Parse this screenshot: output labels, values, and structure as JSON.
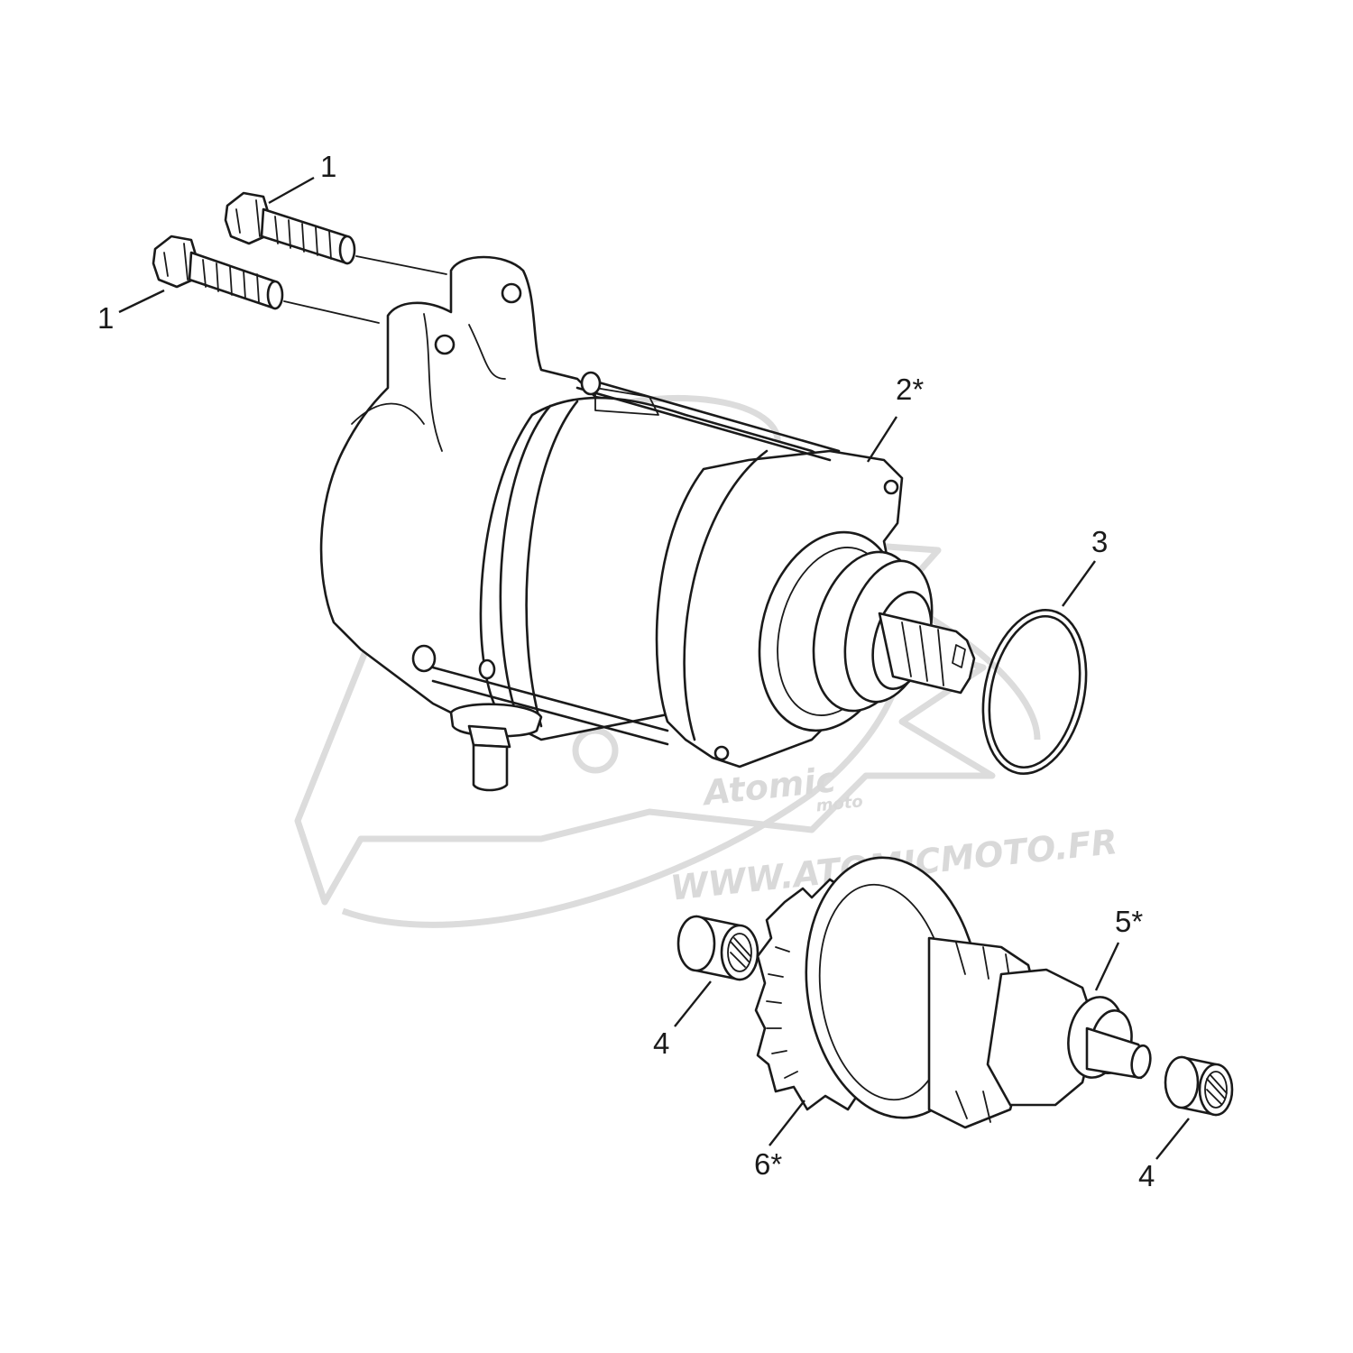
{
  "callouts": [
    {
      "id": "bolt-upper",
      "label": "1"
    },
    {
      "id": "bolt-lower",
      "label": "1"
    },
    {
      "id": "starter-motor",
      "label": "2*"
    },
    {
      "id": "o-ring",
      "label": "3"
    },
    {
      "id": "bearing-left",
      "label": "4"
    },
    {
      "id": "clutch-assembly",
      "label": "5*"
    },
    {
      "id": "bearing-right",
      "label": "4"
    },
    {
      "id": "starter-gear",
      "label": "6*"
    }
  ],
  "watermark": {
    "brand": "Atomic",
    "sub": "moto",
    "url": "WWW.ATOMICMOTO.FR"
  }
}
